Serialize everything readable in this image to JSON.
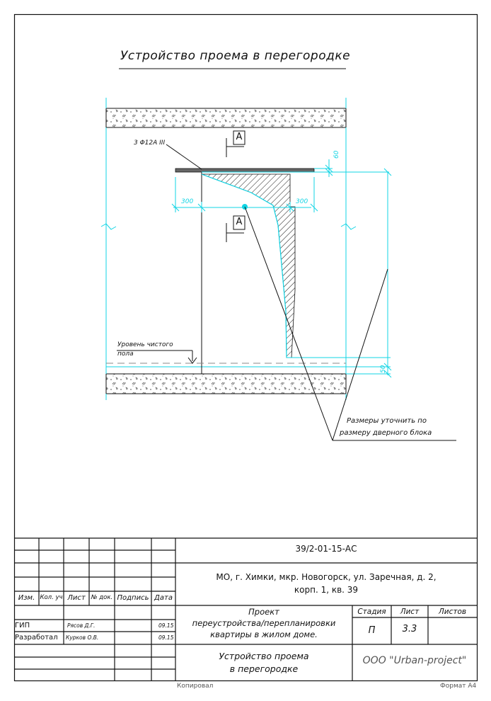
{
  "drawing": {
    "title": "Устройство проема в перегородке",
    "section_mark": "А",
    "rebar_label": "3 Φ12А III",
    "dim_60": "60",
    "dim_300_left": "300",
    "dim_300_right": "300",
    "dim_50": "50",
    "floor_level_line1": "Уровень чистого",
    "floor_level_line2": "пола",
    "note_line1": "Размеры уточнить по",
    "note_line2": "размеру дверного блока"
  },
  "title_block": {
    "doc_code": "39/2-01-15-АС",
    "address_line1": "МО, г. Химки, мкр. Новогорск, ул. Заречная, д. 2,",
    "address_line2": "корп. 1, кв. 39",
    "headers": {
      "izm": "Изм.",
      "kol_uch": "Кол. уч",
      "list": "Лист",
      "doc_no": "№ док.",
      "podpis": "Подпись",
      "data": "Дата"
    },
    "people": [
      {
        "role": "ГИП",
        "name": "Рясов Д.Г.",
        "date": "09.15"
      },
      {
        "role": "Разработал",
        "name": "Курков О.В.",
        "date": "09.15"
      }
    ],
    "project_line1": "Проект",
    "project_line2": "переустройства/перепланировки",
    "project_line3": "квартиры в жилом доме.",
    "stage_header": "Стадия",
    "sheet_header": "Лист",
    "sheets_header": "Листов",
    "stage": "П",
    "sheet": "3.3",
    "sheets": "",
    "sheet_title_line1": "Устройство проема",
    "sheet_title_line2": "в перегородке",
    "company": "ООО \"Urban-project\""
  },
  "footer": {
    "copied": "Копировал",
    "format": "Формат А4"
  },
  "colors": {
    "line": "#111111",
    "cyan": "#10d4e4",
    "slab_fill": "#ffffff"
  }
}
